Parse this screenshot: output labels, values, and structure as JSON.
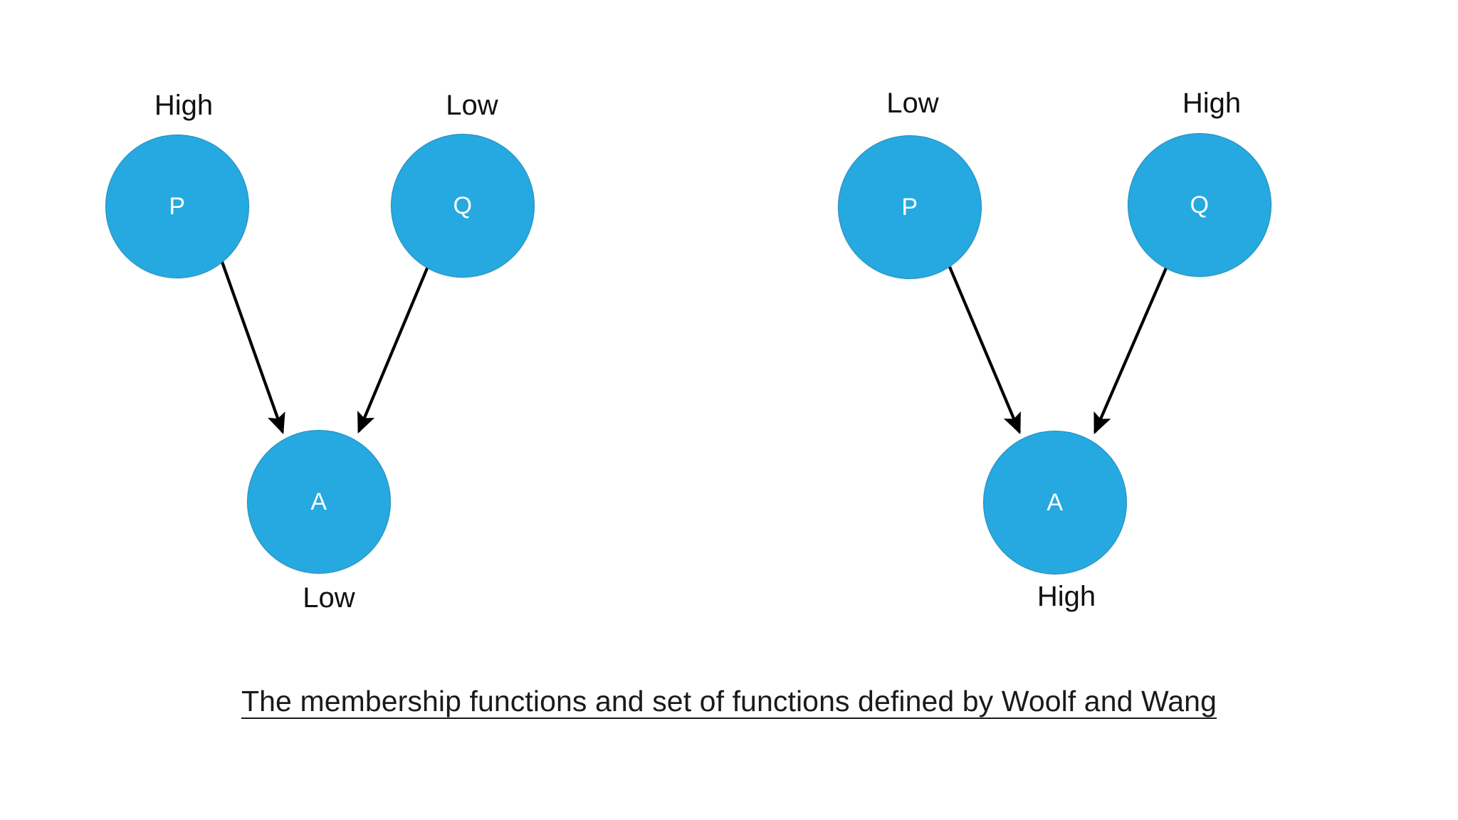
{
  "figure": {
    "background_color": "#ffffff",
    "node_fill_color": "#26A9E0",
    "node_border_color": "#1B8CBB",
    "node_text_color": "#ffffff",
    "edge_color": "#000000",
    "caption": "The membership functions and set of functions defined by Woolf and Wang"
  },
  "diagrams": [
    {
      "id": "left",
      "nodes": [
        {
          "id": "p",
          "label": "P",
          "state": "High",
          "state_position": "above"
        },
        {
          "id": "q",
          "label": "Q",
          "state": "Low",
          "state_position": "above"
        },
        {
          "id": "a",
          "label": "A",
          "state": "Low",
          "state_position": "below"
        }
      ],
      "edges": [
        {
          "from": "P",
          "to": "A",
          "arrow": "directed"
        },
        {
          "from": "Q",
          "to": "A",
          "arrow": "directed"
        }
      ]
    },
    {
      "id": "right",
      "nodes": [
        {
          "id": "p",
          "label": "P",
          "state": "Low",
          "state_position": "above"
        },
        {
          "id": "q",
          "label": "Q",
          "state": "High",
          "state_position": "above"
        },
        {
          "id": "a",
          "label": "A",
          "state": "High",
          "state_position": "below"
        }
      ],
      "edges": [
        {
          "from": "P",
          "to": "A",
          "arrow": "directed"
        },
        {
          "from": "Q",
          "to": "A",
          "arrow": "directed"
        }
      ]
    }
  ]
}
